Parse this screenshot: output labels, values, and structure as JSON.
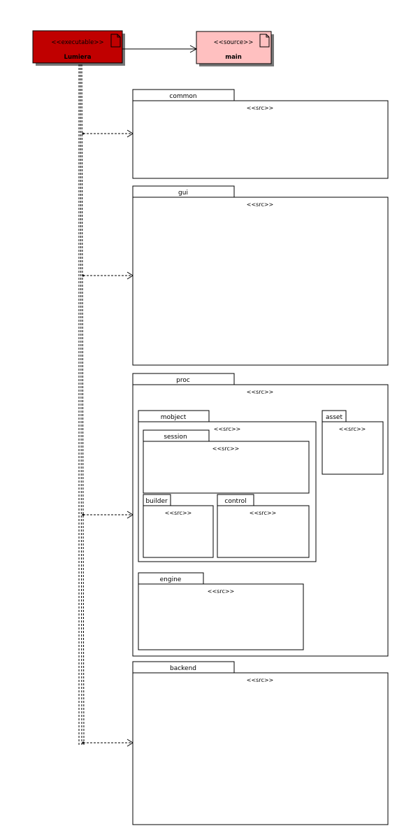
{
  "artifacts": {
    "executable": {
      "stereotype": "<<executable>>",
      "name": "Lumiera",
      "fill": "#c00000",
      "text_color": "#2a1010"
    },
    "source": {
      "stereotype": "<<source>>",
      "name": "main",
      "fill": "#ffc0c0",
      "text_color": "#000000"
    }
  },
  "packages": {
    "common": {
      "name": "common",
      "stereotype": "<<src>>"
    },
    "gui": {
      "name": "gui",
      "stereotype": "<<src>>"
    },
    "proc": {
      "name": "proc",
      "stereotype": "<<src>>"
    },
    "mobject": {
      "name": "mobject",
      "stereotype": "<<src>>"
    },
    "session": {
      "name": "session",
      "stereotype": "<<src>>"
    },
    "builder": {
      "name": "builder",
      "stereotype": "<<src>>"
    },
    "control": {
      "name": "control",
      "stereotype": "<<src>>"
    },
    "asset": {
      "name": "asset",
      "stereotype": "<<src>>"
    },
    "engine": {
      "name": "engine",
      "stereotype": "<<src>>"
    },
    "backend": {
      "name": "backend",
      "stereotype": "<<src>>"
    }
  }
}
